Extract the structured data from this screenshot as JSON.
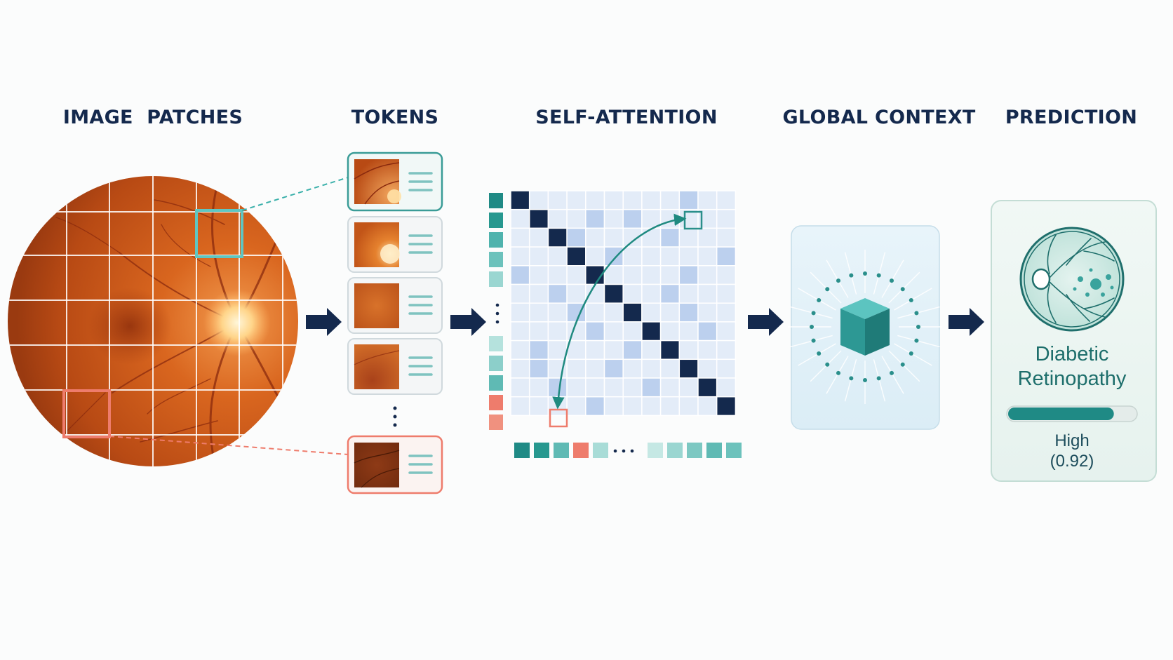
{
  "stages": [
    {
      "key": "patches",
      "title": "IMAGE  PATCHES"
    },
    {
      "key": "tokens",
      "title": "TOKENS"
    },
    {
      "key": "attention",
      "title": "SELF-ATTENTION"
    },
    {
      "key": "context",
      "title": "GLOBAL CONTEXT"
    },
    {
      "key": "prediction",
      "title": "PREDICTION"
    }
  ],
  "prediction": {
    "label_line1": "Diabetic",
    "label_line2": "Retinopathy",
    "level": "High",
    "score": "(0.92)",
    "score_value": 0.92
  },
  "colors": {
    "title": "#14294d",
    "teal": "#2a8f8b",
    "coral": "#ee7c6c",
    "navy": "#14294d",
    "matrix_light": "#e3ecf8",
    "matrix_mid": "#bcd0ee"
  },
  "icons": {
    "arrow": "right-arrow-icon",
    "cube": "cube-icon",
    "retina": "retina-scan-icon"
  }
}
